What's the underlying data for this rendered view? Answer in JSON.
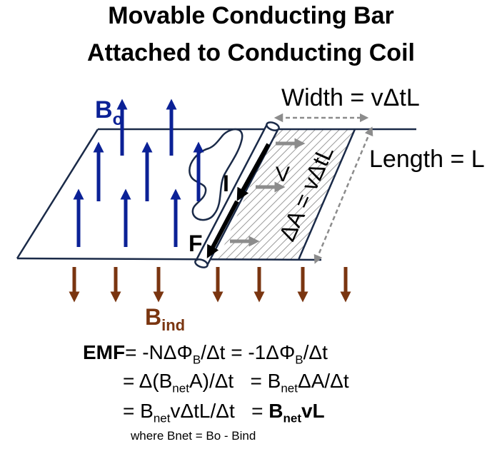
{
  "title": {
    "line1": "Movable Conducting Bar",
    "line2": "Attached to Conducting Coil"
  },
  "labels": {
    "b_applied": "B",
    "b_applied_sub": "o",
    "b_induced": "B",
    "b_induced_sub": "ind",
    "width": "Width = vΔtL",
    "length": "Length = L",
    "delta_area": "ΔA = vΔtL",
    "current": "I",
    "force": "F",
    "velocity": "V"
  },
  "colors": {
    "b_applied_arrows": "#0b2196",
    "b_induced_arrows": "#7a3510",
    "motion_arrows": "#8c8c8c",
    "outline": "#1a2a48",
    "text": "#000000"
  },
  "equations": {
    "line1_emf": "EMF",
    "line1_rest": "= -NΔΦ",
    "line1_sub1": "B",
    "line1_mid": "/Δt = -1ΔΦ",
    "line1_sub2": "B",
    "line1_end": "/Δt",
    "line2_a": "= Δ(B",
    "line2_sub1": "net",
    "line2_b": "A)/Δt   = B",
    "line2_sub2": "net",
    "line2_c": "ΔA/Δt",
    "line3_a": "= B",
    "line3_sub1": "net",
    "line3_b": "vΔtL/Δt   = ",
    "line3_bold": "B",
    "line3_bold_sub": "net",
    "line3_bold_end": "vL",
    "note": "where Bnet = Bo - Bind"
  }
}
